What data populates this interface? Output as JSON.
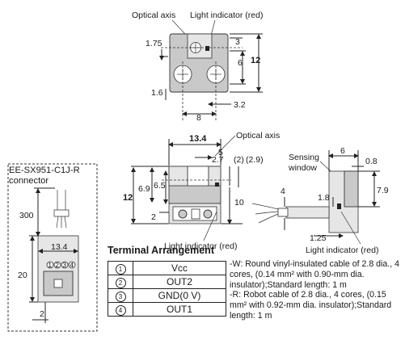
{
  "top_view": {
    "optical_axis_label": "Optical axis",
    "light_indicator_label": "Light indicator (red)",
    "dim_1_75": "1.75",
    "dim_3": "3",
    "dim_6": "6",
    "dim_12": "12",
    "dim_1_6": "1.6",
    "dim_3_2": "3.2",
    "dim_8": "8"
  },
  "front_view": {
    "dim_13_4": "13.4",
    "optical_axis_label": "Optical axis",
    "dim_5": "5",
    "dim_2_7": "2.7",
    "dim_2_paren": "(2)",
    "dim_2_9_paren": "(2.9)",
    "dim_6_9": "6.9",
    "dim_6_5": "6.5",
    "dim_12": "12",
    "dim_10": "10",
    "dim_2": "2",
    "light_indicator_label": "Light indicator (red)"
  },
  "side_view": {
    "sensing_window_label": "Sensing window",
    "dim_6": "6",
    "dim_0_8": "0.8",
    "dim_7_9": "7.9",
    "dim_4": "4",
    "dim_1_8": "1.8",
    "dim_1_25": "1.25",
    "light_indicator_label": "Light indicator (red)"
  },
  "connector": {
    "title_line1": "EE-SX951-C1J-R",
    "title_line2": "connector",
    "dim_300": "300",
    "dim_13_4": "13.4",
    "dim_20": "20",
    "dim_2": "2",
    "pin_labels": [
      "1",
      "2",
      "3",
      "4"
    ]
  },
  "terminal_arrangement": {
    "title": "Terminal Arrangement",
    "rows": [
      {
        "num": "1",
        "signal": "Vcc"
      },
      {
        "num": "2",
        "signal": "OUT2"
      },
      {
        "num": "3",
        "signal": "GND(0 V)"
      },
      {
        "num": "4",
        "signal": "OUT1"
      }
    ]
  },
  "notes": {
    "w_note": "-W: Round vinyl-insulated cable of 2.8 dia., 4 cores, (0.14 mm² with 0.90-mm dia. insulator);Standard length: 1 m",
    "r_note": "-R: Robot cable of 2.8 dia., 4 cores, (0.15 mm² with 0.92-mm dia. insulator);Standard length: 1 m"
  }
}
